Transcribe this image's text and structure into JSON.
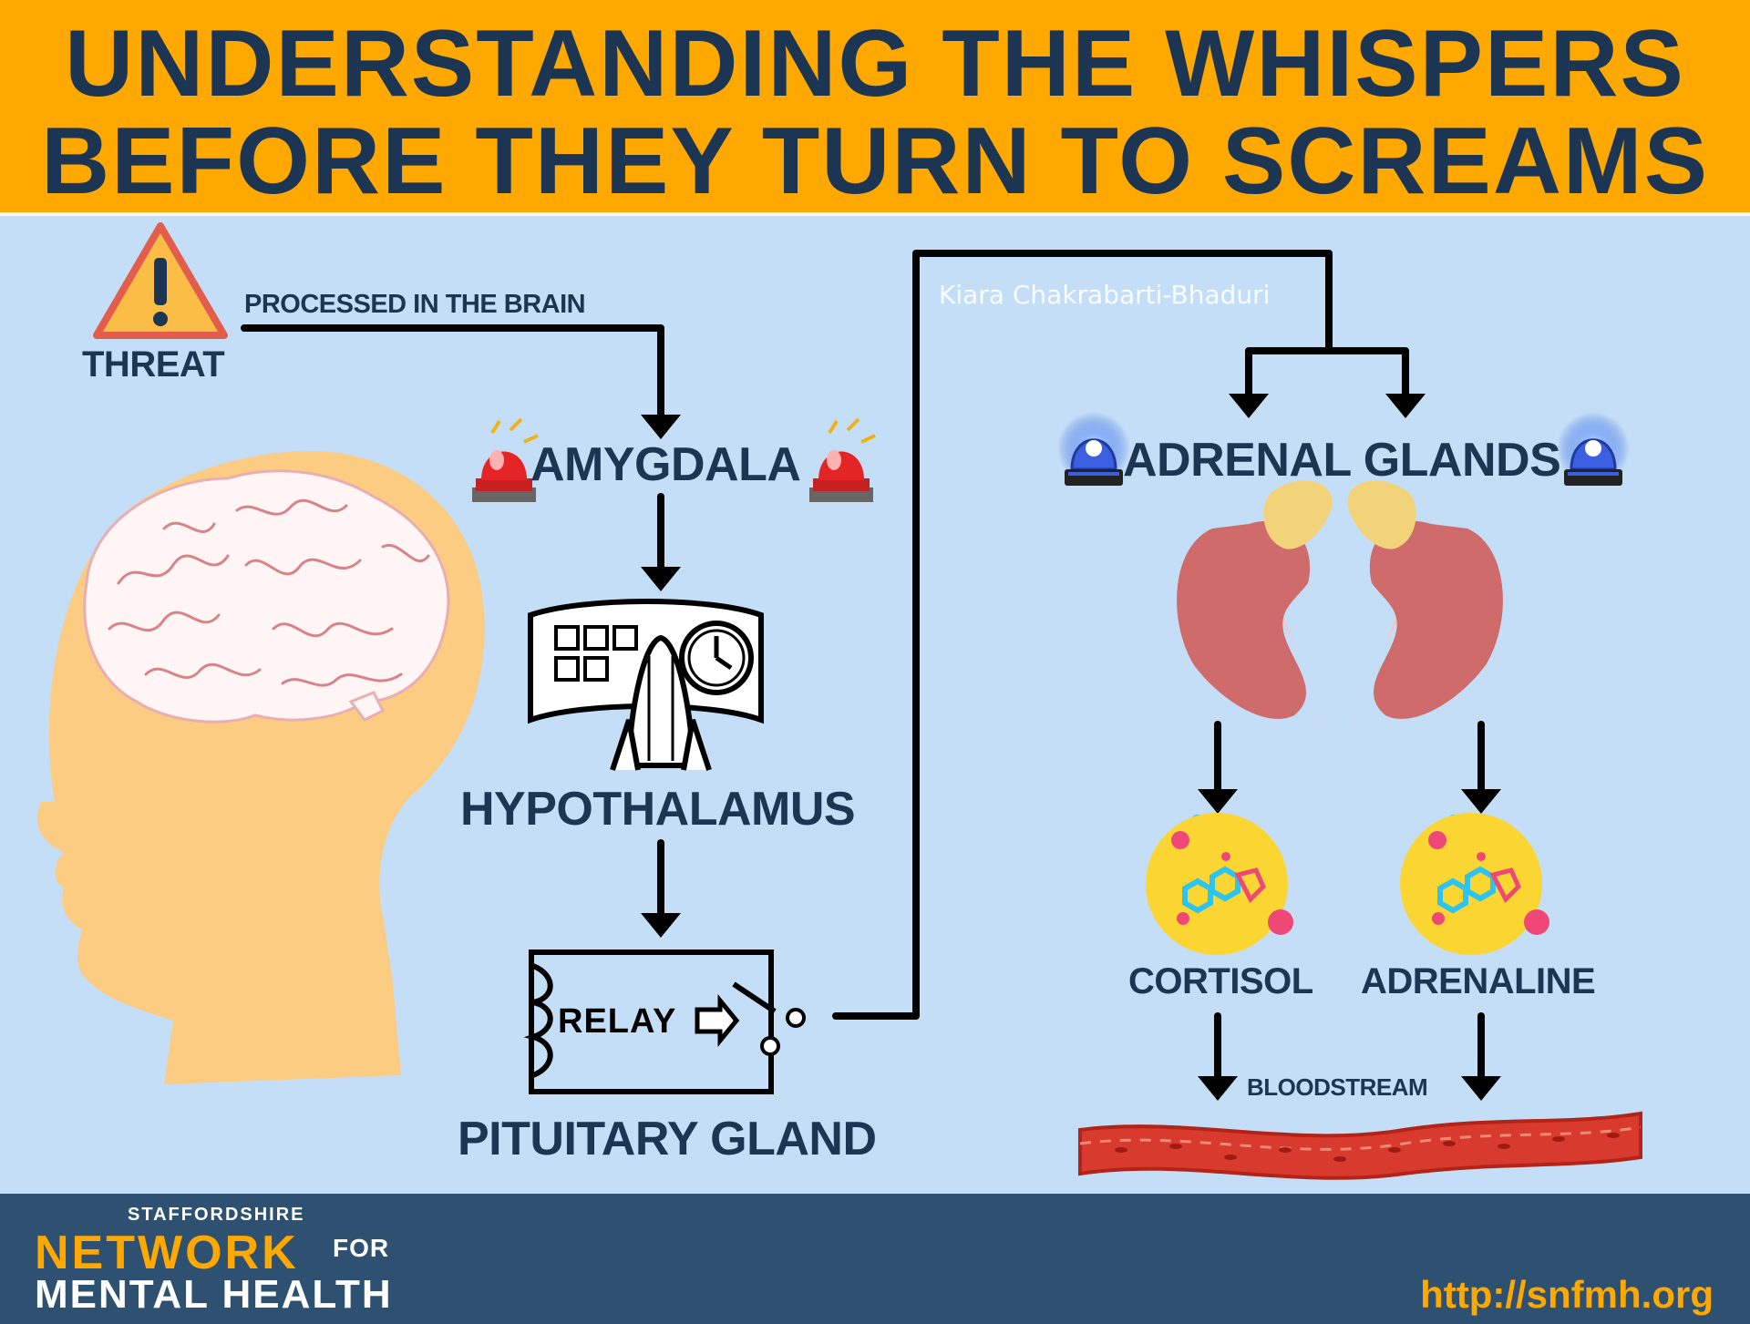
{
  "title": {
    "line1": "UNDERSTANDING THE WHISPERS",
    "line2": "BEFORE THEY TURN TO SCREAMS"
  },
  "colors": {
    "header_bg": "#ffa800",
    "title_text": "#1b3552",
    "background": "#c5def7",
    "footer_bg": "#2f5171",
    "accent": "#ffa800"
  },
  "flow": {
    "threat": "THREAT",
    "processed": "PROCESSED IN THE BRAIN",
    "amygdala": "AMYGDALA",
    "hypothalamus": "HYPOTHALAMUS",
    "relay": "RELAY",
    "pituitary": "PITUITARY GLAND",
    "adrenal": "ADRENAL GLANDS",
    "cortisol": "CORTISOL",
    "adrenaline": "ADRENALINE",
    "bloodstream": "BLOODSTREAM"
  },
  "credit": "Kiara Chakrabarti-Bhaduri",
  "footer": {
    "org_top": "STAFFORDSHIRE",
    "org_main": "NETWORK",
    "org_for": "FOR",
    "org_bottom": "MENTAL HEALTH",
    "url": "http://snfmh.org"
  },
  "icons": [
    "warning-icon",
    "head-brain-illustration",
    "alarm-siren-icon",
    "control-room-icon",
    "relay-switch-icon",
    "police-light-icon",
    "kidney-icon",
    "molecule-icon",
    "blood-vessel-icon"
  ]
}
